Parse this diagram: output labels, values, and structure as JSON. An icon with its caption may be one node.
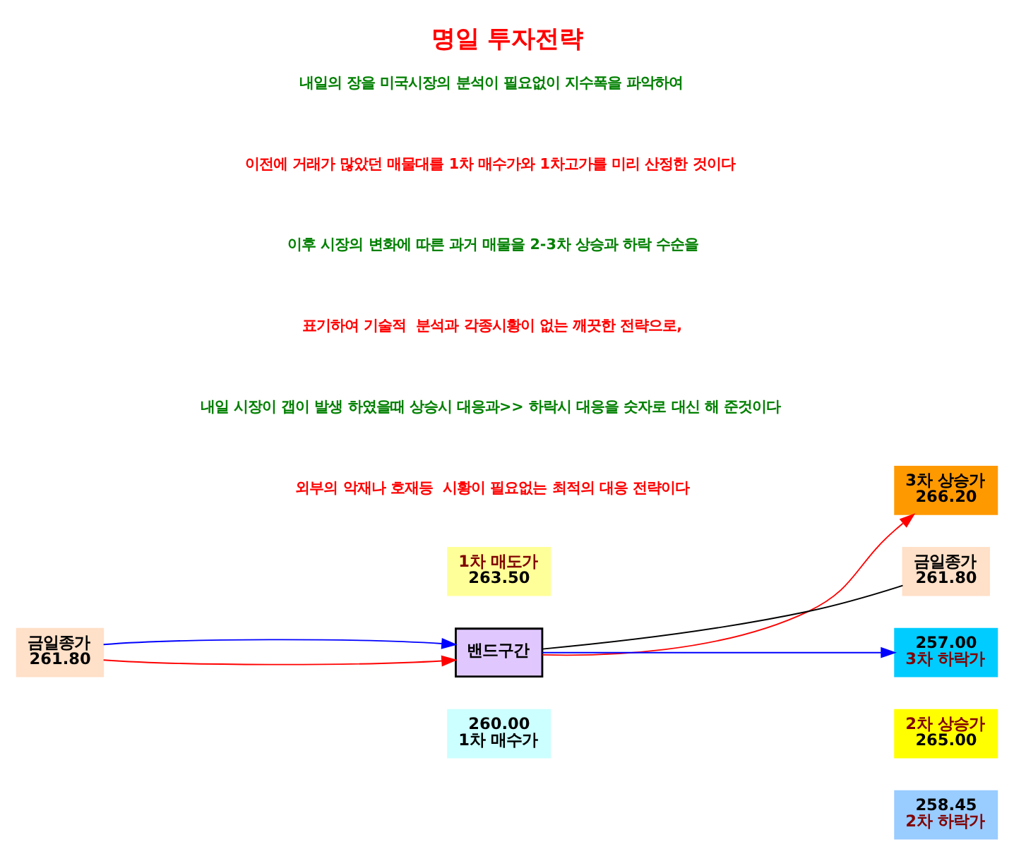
{
  "diagram": {
    "title": "명일 투자전략",
    "nodes": [
      {
        "text": [
          "3차 상승가",
          "266.20"
        ]
      },
      {
        "text": [
          "2차 상승가",
          "265.00"
        ]
      },
      {
        "text": [
          "1차 매도가",
          "263.50"
        ]
      },
      {
        "text": [
          "금일종가",
          "261.80"
        ]
      },
      {
        "text": [
          "밴드구간"
        ]
      },
      {
        "text": [
          "금일종가",
          "261.80"
        ]
      },
      {
        "text": [
          "260.00",
          "1차 매수가"
        ]
      },
      {
        "text": [
          "258.45",
          "2차 하락가"
        ]
      },
      {
        "text": [
          "257.00",
          "3차 하락가"
        ]
      }
    ],
    "edges": [
      {
        "from": 3,
        "to": 4,
        "arrow": "to",
        "color": "#ff0000"
      },
      {
        "from": 3,
        "to": 4,
        "arrow": "to",
        "color": "#0000ff"
      },
      {
        "from": 4,
        "to": 0,
        "arrow": "to",
        "color": "#ff0000"
      },
      {
        "from": 4,
        "to": 5,
        "arrow": "none",
        "color": "#000000"
      },
      {
        "from": 4,
        "to": 8,
        "arrow": "to",
        "color": "#0000ff"
      }
    ],
    "labels": [
      "내일의 장을 미국시장의 분석이 필요없이 지수폭을 파악하여",
      "이전에 거래가 많았던 매물대를 1차 매수가와 1차고가를 미리 산정한 것이다",
      "이후 시장의 변화에 따른 과거 매물을 2-3차 상승과 하락 수순을",
      "표기하여 기술적  분석과 각종시황이 없는 깨끗한 전략으로,",
      "내일 시장이 갭이 발생 하였을때 상승시 대응과>> 하락시 대응을 숫자로 대신 해 준것이다",
      "외부의 악재나 호재등  시황이 필요없는 최적의 대응 전략이다"
    ]
  }
}
